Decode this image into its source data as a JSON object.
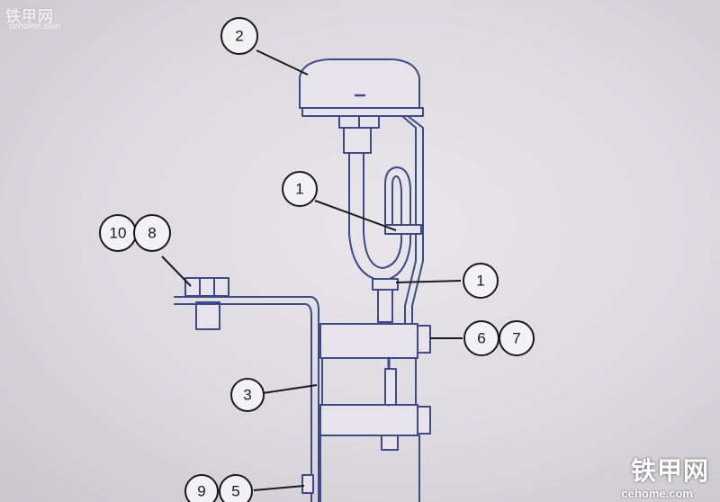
{
  "watermark": {
    "top_left": "铁甲网",
    "top_left_sub": "cehome.com",
    "bottom_right": "铁甲网",
    "bottom_right_sub": "cehome.com"
  },
  "callouts": {
    "c2": "2",
    "c1_upper": "1",
    "c1_lower": "1",
    "c10": "10",
    "c8": "8",
    "c6": "6",
    "c7": "7",
    "c3": "3",
    "c9": "9",
    "c5": "5"
  },
  "colors": {
    "line": "#3d4a86",
    "leader": "#1a1a1a",
    "callout_fill": "#f2f1f3",
    "paper": "#dcdadf"
  }
}
